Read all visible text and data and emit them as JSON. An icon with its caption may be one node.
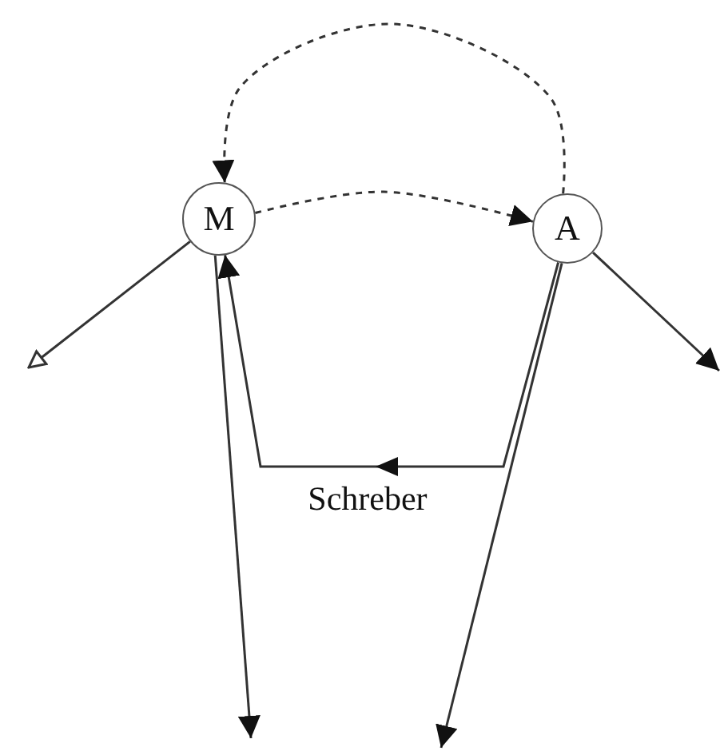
{
  "diagram": {
    "nodes": [
      {
        "text": [
          "M"
        ]
      },
      {
        "text": [
          "A"
        ]
      }
    ],
    "edges": [
      {
        "from": 1,
        "to": 0,
        "arrow": "to",
        "style": "dashed"
      },
      {
        "from": 0,
        "to": 1,
        "arrow": "to",
        "style": "dashed"
      },
      {
        "from": 0,
        "to": null,
        "arrow": "to"
      },
      {
        "from": 1,
        "to": null,
        "arrow": "to"
      },
      {
        "from": 1,
        "to": 0,
        "arrow": "to",
        "label": "Schreber"
      },
      {
        "from": 0,
        "to": null,
        "arrow": "to"
      },
      {
        "from": 1,
        "to": null,
        "arrow": "to"
      }
    ]
  }
}
